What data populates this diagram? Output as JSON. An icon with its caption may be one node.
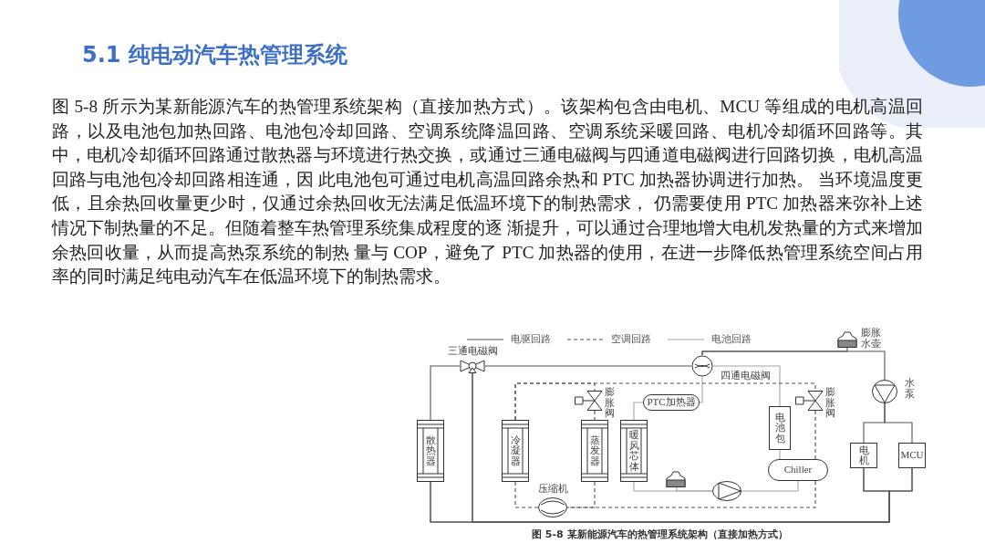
{
  "diagram": {
    "title": "5.1 纯电动汽车热管理系统",
    "caption": "图 5-8 某新能源汽车的热管理系统架构（直接加热方式）",
    "nodes": [
      {
        "text": [
          "三通电磁阀"
        ]
      },
      {
        "text": [
          "四通电磁阀"
        ]
      },
      {
        "text": [
          "膨胀水壶"
        ]
      },
      {
        "text": [
          "膨胀阀"
        ]
      },
      {
        "text": [
          "PTC加热器"
        ]
      },
      {
        "text": [
          "膨胀阀"
        ]
      },
      {
        "text": [
          "水泵"
        ]
      },
      {
        "text": [
          "散热器"
        ]
      },
      {
        "text": [
          "冷凝器"
        ]
      },
      {
        "text": [
          "蒸发器"
        ]
      },
      {
        "text": [
          "暖风芯体"
        ]
      },
      {
        "text": [
          "电池包"
        ]
      },
      {
        "text": [
          "电机"
        ]
      },
      {
        "text": [
          "MCU"
        ]
      },
      {
        "text": [
          "Chiller"
        ]
      },
      {
        "text": [],
        "shape": "tank"
      },
      {
        "text": [],
        "shape": "circle"
      },
      {
        "text": [
          "压缩机"
        ]
      }
    ],
    "edges": [
      {
        "from": 0,
        "to": 7,
        "arrow": "none"
      },
      {
        "from": 0,
        "to": 1,
        "arrow": "none"
      },
      {
        "from": 0,
        "to": 12,
        "arrow": "none"
      },
      {
        "from": 0,
        "to": 13,
        "arrow": "none"
      },
      {
        "from": 7,
        "to": 12,
        "arrow": "none"
      },
      {
        "from": 7,
        "to": 13,
        "arrow": "none"
      },
      {
        "from": 1,
        "to": 2,
        "arrow": "none"
      },
      {
        "from": 1,
        "to": 6,
        "arrow": "none"
      },
      {
        "from": 6,
        "to": 12,
        "arrow": "none"
      },
      {
        "from": 6,
        "to": 13,
        "arrow": "none"
      },
      {
        "from": 1,
        "to": 11,
        "arrow": "none",
        "color": "#a6a6a6"
      },
      {
        "from": 1,
        "to": 4,
        "arrow": "none",
        "color": "#a6a6a6"
      },
      {
        "from": 4,
        "to": 10,
        "arrow": "none",
        "color": "#a6a6a6"
      },
      {
        "from": 10,
        "to": 16,
        "arrow": "none",
        "color": "#a6a6a6"
      },
      {
        "from": 15,
        "to": 16,
        "arrow": "none",
        "color": "#a6a6a6"
      },
      {
        "from": 16,
        "to": 14,
        "arrow": "none",
        "color": "#a6a6a6"
      },
      {
        "from": 11,
        "to": 14,
        "arrow": "none",
        "color": "#a6a6a6"
      },
      {
        "from": 8,
        "to": 3,
        "arrow": "none",
        "style": "dashed"
      },
      {
        "from": 3,
        "to": 9,
        "arrow": "none",
        "style": "dashed"
      },
      {
        "from": 8,
        "to": 5,
        "arrow": "none",
        "style": "dashed"
      },
      {
        "from": 5,
        "to": 14,
        "arrow": "none",
        "style": "dashed"
      },
      {
        "from": 14,
        "to": 17,
        "arrow": "none",
        "style": "dashed"
      },
      {
        "from": 8,
        "to": 17,
        "arrow": "none",
        "style": "dashed"
      },
      {
        "from": 9,
        "to": 17,
        "arrow": "none",
        "style": "dashed"
      }
    ],
    "labels": [
      "图 5-8 所示为某新能源汽车的热管理系统架构（直接加热方式）。该架构包含由电机、MCU 等组成的电机高温回路，以及电池包加热回路、电池包冷却回路、空调系统降温回路、空调系统采暖回路、电机冷却循环回路等。其中，电机冷却循环回路通过散热器与环境进行热交换，或通过三通电磁阀与四通道电磁阀进行回路切换，电机高温回路与电池包冷却回路相连通，因 此电池包可通过电机高温回路余热和 PTC 加热器协调进行加热。 当环境温度更低，且余热回收量更少时，仅通过余热回收无法满足低温环境下的制热需求， 仍需要使用 PTC 加热器来弥补上述情况下制热量的不足。但随着整车热管理系统集成程度的逐 渐提升，可以通过合理地增大电机发热量的方式来增加余热回收量，从而提高热泵系统的制热 量与 COP，避免了 PTC 加热器的使用，在进一步降低热管理系统空间占用率的同时满足纯电动汽车在低温环境下的制热需求。"
    ],
    "legend": [
      {
        "text": "电驱回路"
      },
      {
        "text": "空调回路"
      },
      {
        "text": "电池回路"
      }
    ]
  }
}
